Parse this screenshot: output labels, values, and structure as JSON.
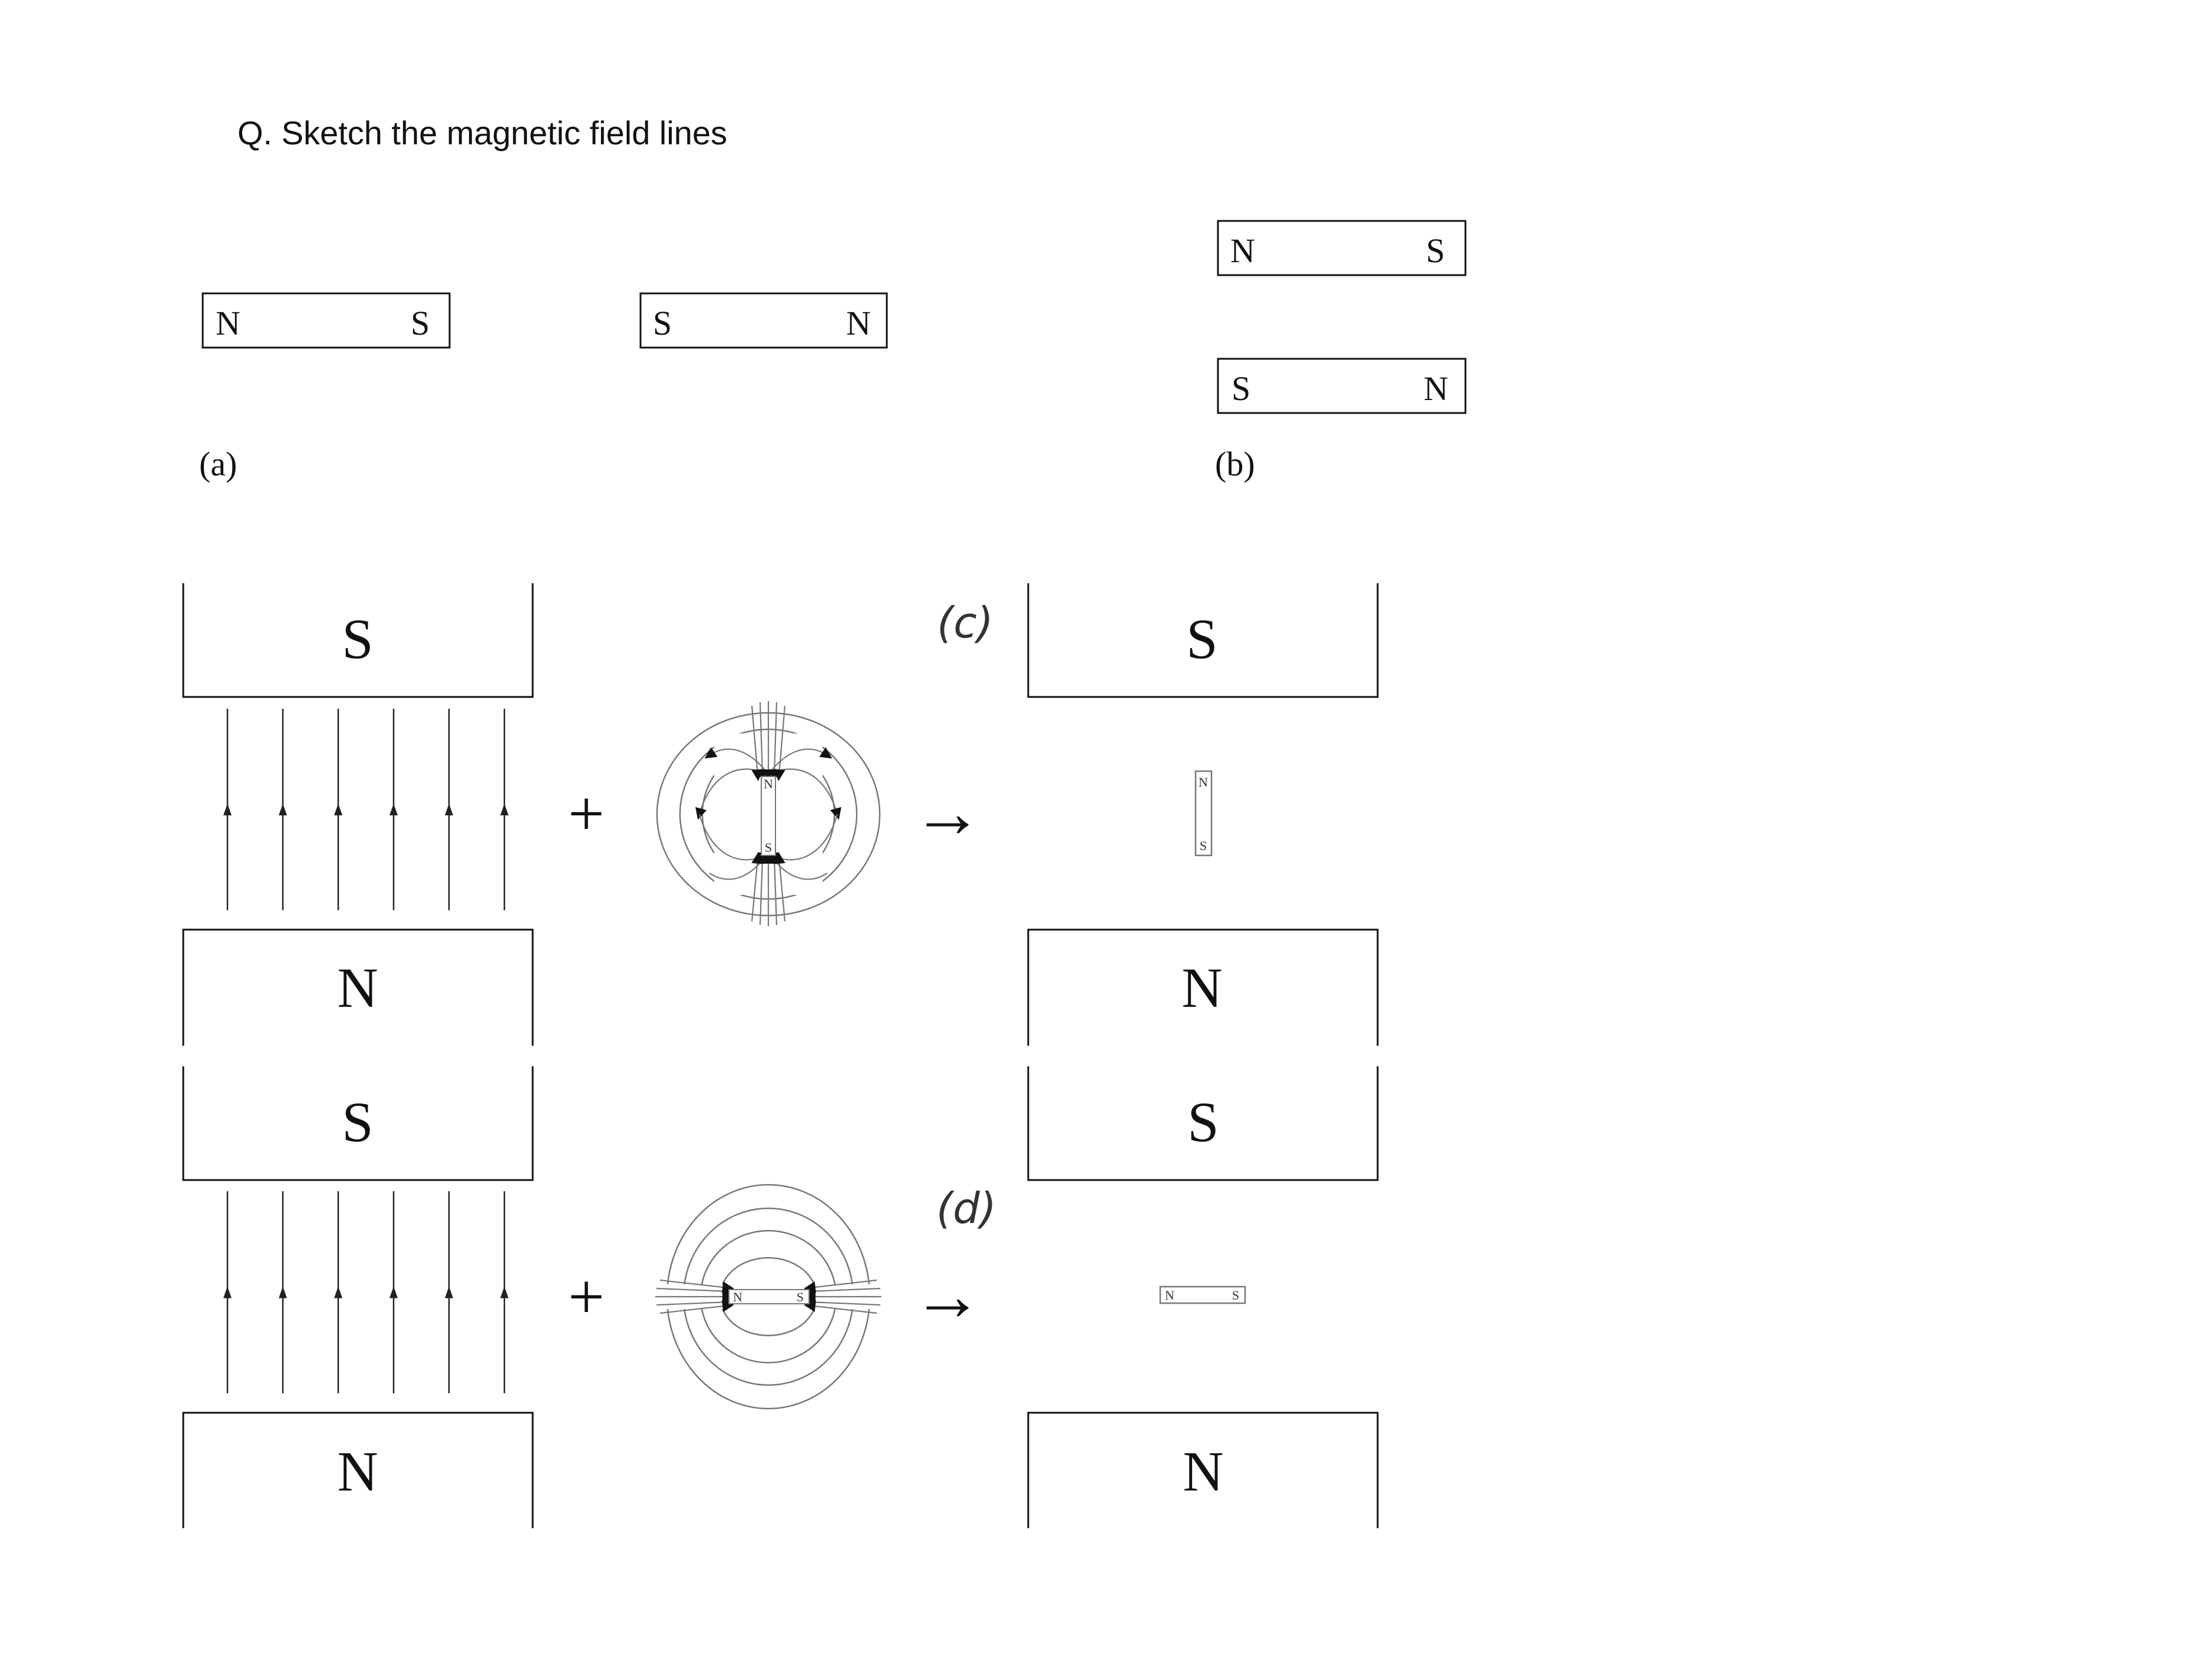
{
  "question": "Q. Sketch the magnetic field lines",
  "part_a": {
    "label": "(a)",
    "magnet_left": {
      "left_pole": "N",
      "right_pole": "S"
    },
    "magnet_right": {
      "left_pole": "S",
      "right_pole": "N"
    }
  },
  "part_b": {
    "label": "(b)",
    "magnet_top": {
      "left_pole": "N",
      "right_pole": "S"
    },
    "magnet_bottom": {
      "left_pole": "S",
      "right_pole": "N"
    }
  },
  "part_c": {
    "label": "(c)",
    "field_top_pole": "S",
    "field_bottom_pole": "N",
    "plus": "+",
    "arrow": "→",
    "small_magnet": {
      "top_pole": "N",
      "bottom_pole": "S"
    },
    "dipole_poles": {
      "top": "N",
      "bottom": "S"
    }
  },
  "part_d": {
    "label": "(d)",
    "field_top_pole": "S",
    "field_bottom_pole": "N",
    "plus": "+",
    "arrow": "→",
    "small_magnet": {
      "left_pole": "N",
      "right_pole": "S"
    },
    "dipole_poles": {
      "left": "N",
      "right": "S"
    }
  },
  "colors": {
    "ink": "#111111",
    "dipole_lines": "#777777"
  }
}
